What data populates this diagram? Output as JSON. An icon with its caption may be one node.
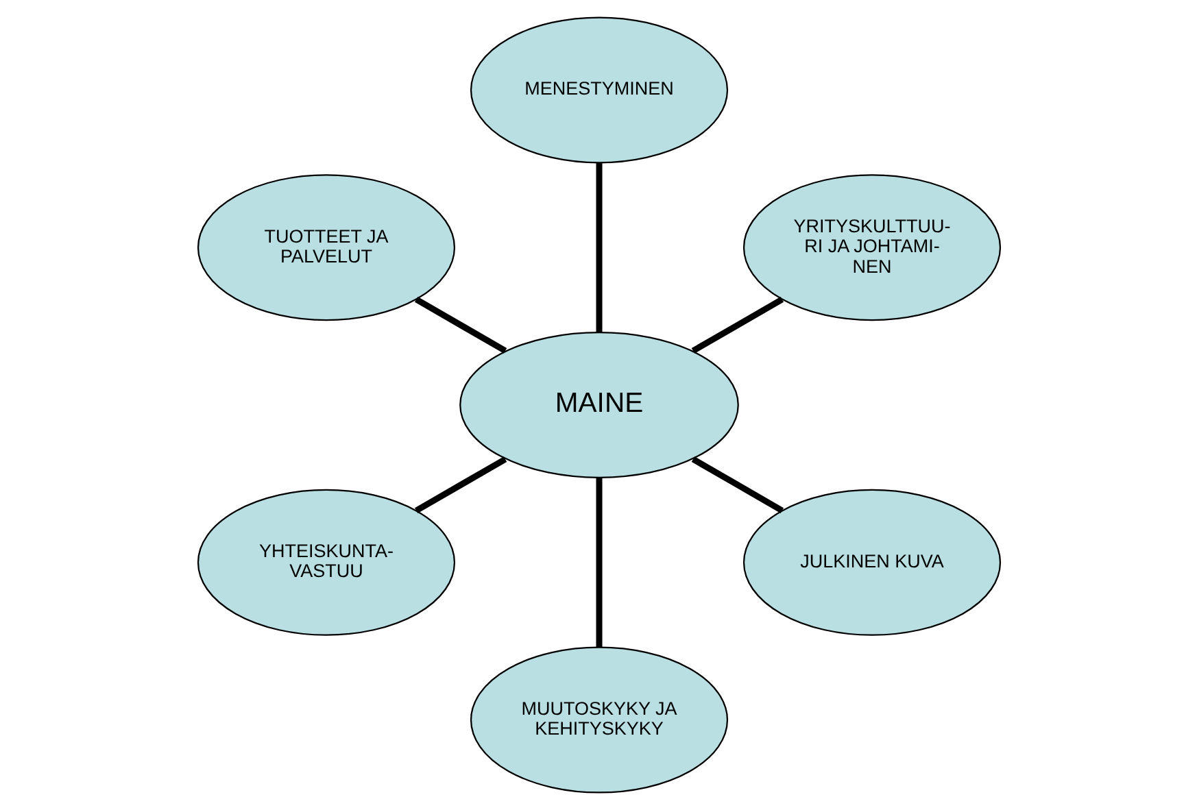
{
  "diagram": {
    "nodes": [
      {
        "text": [
          "YRITYSKULTTUU- RI JA JOHTAMI- NEN"
        ]
      },
      {
        "text": [
          "MENESTYMINEN"
        ]
      },
      {
        "text": [
          "TUOTTEET JA PALVELUT"
        ]
      },
      {
        "text": [
          "MAINE"
        ]
      },
      {
        "text": [
          "YHTEISKUNTA- VASTUU"
        ]
      },
      {
        "text": [
          "MUUTOSKYKY JA KEHITYSKYKY"
        ]
      },
      {
        "text": [
          "JULKINEN KUVA"
        ]
      }
    ],
    "edges": [
      {
        "from": 3,
        "to": 0,
        "arrow": "none"
      },
      {
        "from": 3,
        "to": 2,
        "arrow": "none"
      },
      {
        "from": 3,
        "to": 5,
        "arrow": "none"
      },
      {
        "from": 3,
        "to": 6,
        "arrow": "none"
      },
      {
        "from": 3,
        "to": 4,
        "arrow": "none"
      },
      {
        "from": 3,
        "to": 1,
        "arrow": "none"
      }
    ]
  }
}
